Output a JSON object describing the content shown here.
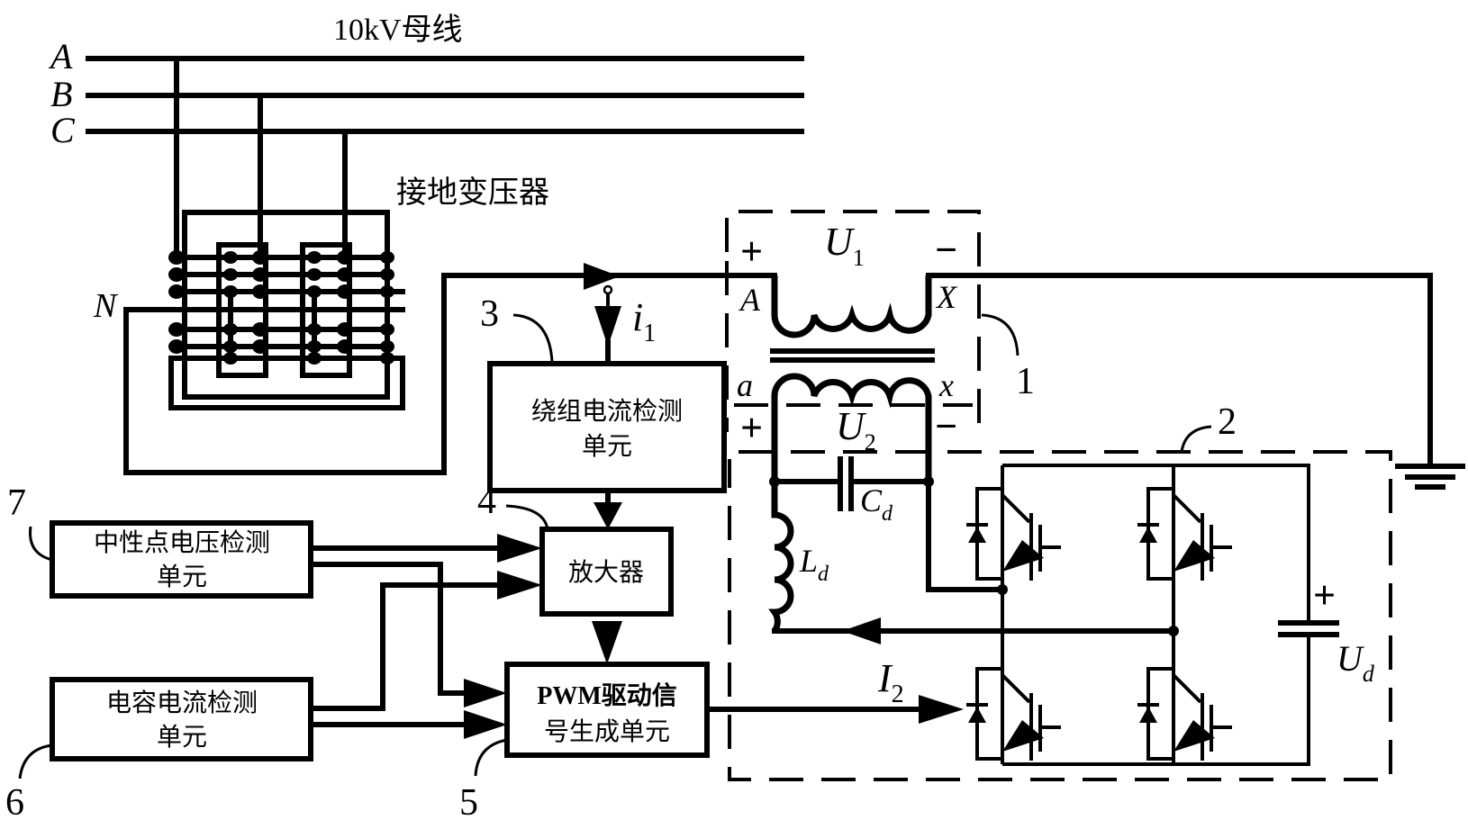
{
  "bus": {
    "title": "10kV母线",
    "phases": [
      "A",
      "B",
      "C"
    ]
  },
  "grounding_transformer": {
    "label": "接地变压器",
    "neutral_label": "N"
  },
  "transformer_1": {
    "ref_number": "1",
    "primary_voltage": "U",
    "primary_voltage_sub": "1",
    "primary_start": "A",
    "primary_end": "X",
    "secondary_start": "a",
    "secondary_end": "x",
    "secondary_voltage": "U",
    "secondary_voltage_sub": "2",
    "plus": "+",
    "minus": "−"
  },
  "current_labels": {
    "i1": "i",
    "i1_sub": "1",
    "I2": "I",
    "I2_sub": "2"
  },
  "filter": {
    "capacitor": "C",
    "capacitor_sub": "d",
    "inductor": "L",
    "inductor_sub": "d"
  },
  "inverter": {
    "ref_number": "2",
    "dc_voltage": "U",
    "dc_voltage_sub": "d",
    "dc_plus": "+"
  },
  "blocks": {
    "winding_current": {
      "ref_number": "3",
      "line1": "绕组电流检测",
      "line2": "单元"
    },
    "amplifier": {
      "ref_number": "4",
      "line1": "放大器"
    },
    "pwm": {
      "ref_number": "5",
      "line1": "PWM驱动信",
      "line2": "号生成单元"
    },
    "capacitor_current": {
      "ref_number": "6",
      "line1": "电容电流检测",
      "line2": "单元"
    },
    "neutral_voltage": {
      "ref_number": "7",
      "line1": "中性点电压检测",
      "line2": "单元"
    }
  }
}
